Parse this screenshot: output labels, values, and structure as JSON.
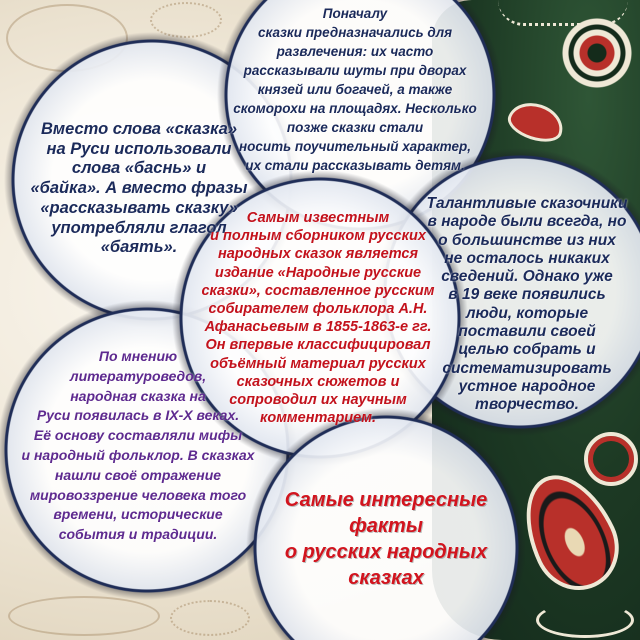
{
  "heading": "Самые интересные\nфакты\nо русских народных\nсказках",
  "facts": {
    "top": "Поначалу\nсказки предназначались для\nразвлечения: их часто\nрассказывали шуты при дворах\nкнязей или богачей, а также\nскоморохи на площадях. Несколько\nпозже сказки стали\nносить поучительный характер,\nих стали рассказывать детям.",
    "left": "Вместо слова «сказка»\nна Руси использовали\nслова «баснь» и\n«байка». А вместо фразы\n«рассказывать сказку»\nупотребляли глагол\n«баять».",
    "right": "Талантливые сказочники\nв народе были всегда, но\nо большинстве из них\nне осталось никаких\nсведений. Однако уже\nв 19 веке появились\nлюди, которые\nпоставили своей\nцелью собрать и\nсистематизировать\nустное народное\nтворчество.",
    "center": "Самым известным\nи полным сборником русских\nнародных сказок является\nиздание «Народные русские\nсказки», составленное русским\nсобирателем фольклора А.Н.\nАфанасьевым в 1855-1863-е гг.\nОн впервые классифицировал\nобъёмный материал русских\nсказочных сюжетов и\nсопроводил их научным\nкомментарием.",
    "bottom_left": "По мнению\nлитературоведов,\nнародная сказка на\nРуси появилась в IX-X веках.\nЕё основу составляли мифы\nи народный фольклор. В сказках\nнашли своё отражение\nмировоззрение человека того\nвремени, исторические\nсобытия и традиции."
  },
  "colors": {
    "navy_text": "#1b2a5a",
    "red_text": "#c3121c",
    "purple_text": "#5e2a8f",
    "heading_red": "#d2141e",
    "circle_rim": "#1f2d57",
    "green_panel": "#1d3a24",
    "cream": "#efe7d7",
    "ornament_red": "#b8302a",
    "ornament_light": "#efe8d6"
  }
}
